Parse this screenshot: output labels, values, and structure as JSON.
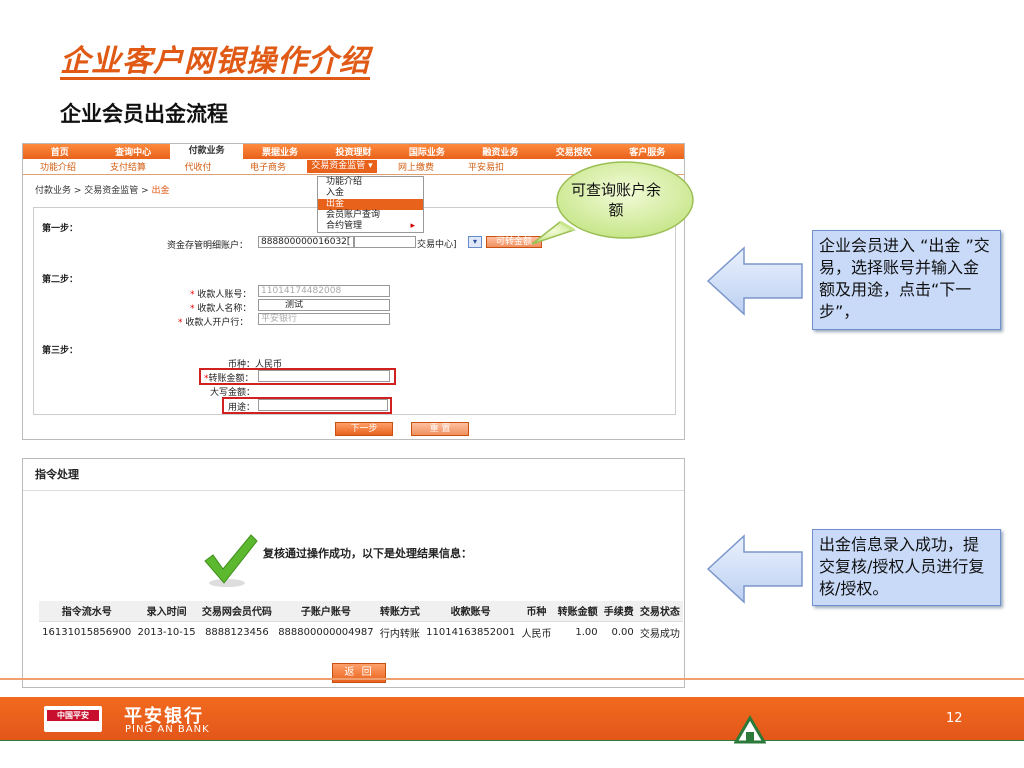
{
  "slide": {
    "title": "企业客户网银操作介绍",
    "subtitle": "企业会员出金流程",
    "page_number": "12"
  },
  "screen1": {
    "main_nav": [
      "首页",
      "查询中心",
      "付款业务",
      "票据业务",
      "投资理财",
      "国际业务",
      "融资业务",
      "交易授权",
      "客户服务"
    ],
    "main_nav_active": "付款业务",
    "sub_nav": [
      "功能介绍",
      "支付结算",
      "代收付",
      "电子商务",
      "交易资金监管 ▾",
      "网上缴费",
      "平安易扣"
    ],
    "sub_nav_active": "交易资金监管 ▾",
    "breadcrumb": {
      "path": "付款业务 > 交易资金监管 > ",
      "current": "出金"
    },
    "dropdown": [
      "功能介绍",
      "入金",
      "出金",
      "会员账户查询",
      "合约管理"
    ],
    "dropdown_selected": "出金",
    "dropdown_arrow": "▸",
    "step1": "第一步：",
    "step2": "第二步：",
    "step3": "第三步：",
    "account_label": "资金存管明细账户：",
    "account_value": "888800000016032[",
    "account_suffix": "交易中心]",
    "select_arrow": "▾",
    "available_button": "可转金额",
    "payee_account_label": "收款人账号：",
    "payee_account_value": "11014174482008",
    "payee_name_label": "收款人名称：",
    "payee_name_value": "测试",
    "payee_bank_label": "收款人开户行：",
    "payee_bank_value": "平安银行",
    "currency_label": "币种：",
    "currency_value": "人民币",
    "amount_label": "转账金额：",
    "amount_caps_label": "大写金额：",
    "purpose_label": "用途：",
    "required_mark": "*",
    "next_button": "下一步",
    "reset_button": "重 置"
  },
  "screen2": {
    "header": "指令处理",
    "success_message": "复核通过操作成功，以下是处理结果信息：",
    "columns": [
      "指令流水号",
      "录入时间",
      "交易网会员代码",
      "子账户账号",
      "转账方式",
      "收款账号",
      "币种",
      "转账金额",
      "手续费",
      "交易状态"
    ],
    "row": [
      "16131015856900",
      "2013-10-15",
      "8888123456",
      "888800000004987",
      "行内转账",
      "11014163852001",
      "人民币",
      "1.00",
      "0.00",
      "交易成功"
    ],
    "back_button": "返 回"
  },
  "callout": {
    "text": "可查询账户余额"
  },
  "notes": {
    "note1": "企业会员进入 “出金 ”交易，选择账号并输入金额及用途，点击“下一步”，",
    "note2": "出金信息录入成功，提交复核/授权人员进行复核/授权。"
  },
  "footer": {
    "logo_text": "中国平安",
    "bank_name_cn": "平安银行",
    "bank_name_en": "PING AN BANK"
  },
  "colors": {
    "accent": "#e8621c",
    "title": "#e05a16",
    "note_bg": "#c9daf8",
    "bubble_bg": "#d9f0a6"
  }
}
